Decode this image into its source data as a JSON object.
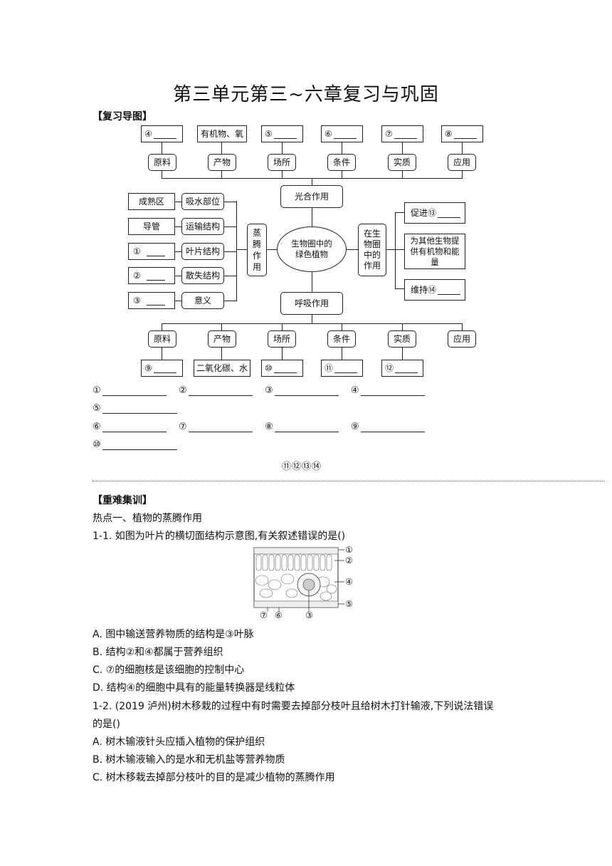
{
  "title": "第三单元第三~六章复习与巩固",
  "map_heading": "【复习导图】",
  "photo": {
    "center": "光合作用",
    "slots": [
      {
        "label": "原料",
        "answer": "④"
      },
      {
        "label": "产物",
        "answer": "有机物、氧"
      },
      {
        "label": "场所",
        "answer": "⑤"
      },
      {
        "label": "条件",
        "answer": "⑥"
      },
      {
        "label": "实质",
        "answer": "⑦"
      },
      {
        "label": "应用",
        "answer": "⑧"
      }
    ]
  },
  "resp": {
    "center": "呼吸作用",
    "slots": [
      {
        "label": "原料",
        "answer": "⑨"
      },
      {
        "label": "产物",
        "answer": "二氧化碳、水"
      },
      {
        "label": "场所",
        "answer": "⑩"
      },
      {
        "label": "条件",
        "answer": "⑪"
      },
      {
        "label": "实质",
        "answer": "⑫"
      },
      {
        "label": "应用",
        "answer": ""
      }
    ]
  },
  "core": "生物圈中的绿色植物",
  "transp": {
    "title": "蒸腾作用",
    "rows": [
      {
        "left": "成熟区",
        "right": "吸水部位"
      },
      {
        "left": "导管",
        "right": "运输结构"
      },
      {
        "left": "①",
        "right": "叶片结构"
      },
      {
        "left": "②",
        "right": "散失结构"
      },
      {
        "left": "③",
        "right": "意义"
      }
    ]
  },
  "role": {
    "title": "在生物圈中的作用",
    "items": [
      "促进⑬",
      "为其他生物提供有机物和能量",
      "维持⑭"
    ]
  },
  "answers": {
    "row1": [
      "①",
      "②",
      "③",
      "④"
    ],
    "row2": [
      "⑤"
    ],
    "row3": [
      "⑥",
      "⑦",
      "⑧",
      "⑨"
    ],
    "row4": [
      "⑩"
    ],
    "row5": "⑪⑫⑬⑭"
  },
  "training": {
    "heading": "【重难集训】",
    "hotspot": "热点一、植物的蒸腾作用",
    "q1": {
      "stem": "1-1. 如图为叶片的横切面结构示意图,有关叙述错误的是()",
      "labels": [
        "①",
        "②",
        "④",
        "⑤",
        "⑦",
        "⑥",
        "③"
      ],
      "options": [
        "A. 图中输送营养物质的结构是③叶脉",
        "B. 结构②和④都属于营养组织",
        "C. ⑦的细胞核是该细胞的控制中心",
        "D. 结构④的细胞中具有的能量转换器是线粒体"
      ]
    },
    "q2": {
      "stem1": "1-2. (2019 泸州)树木移栽的过程中有时需要去掉部分枝叶且给树木打针输液,下列说法错误",
      "stem2": "的是()",
      "options": [
        "A. 树木输液针头应插入植物的保护组织",
        "B. 树木输液输入的是水和无机盐等营养物质",
        "C. 树木移栽去掉部分枝叶的目的是减少植物的蒸腾作用"
      ]
    }
  }
}
